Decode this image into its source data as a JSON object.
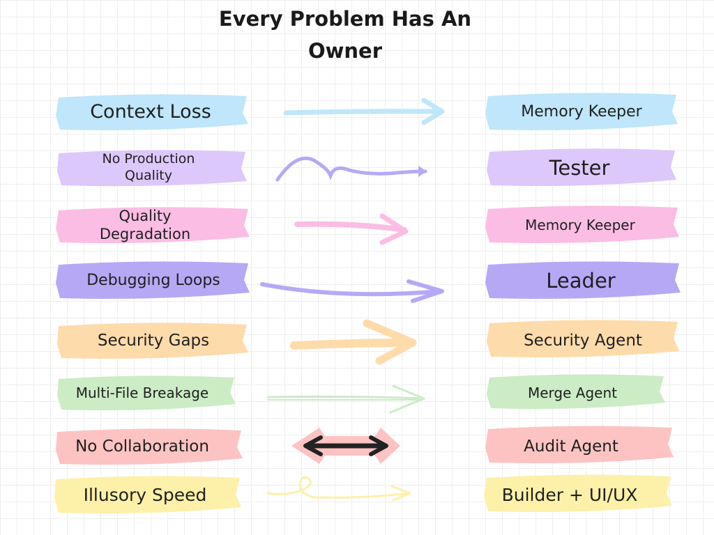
{
  "title": "Every Problem Has An Owner",
  "rows": [
    {
      "problem": "Context Loss",
      "owner": "Memory Keeper",
      "color": "#bfe6fb"
    },
    {
      "problem": "No Production Quality",
      "owner": "Tester",
      "color": "#dcc8fb"
    },
    {
      "problem": "Quality Degradation",
      "owner": "Memory Keeper",
      "color": "#fbbde3"
    },
    {
      "problem": "Debugging Loops",
      "owner": "Leader",
      "color": "#b7a8f6"
    },
    {
      "problem": "Security Gaps",
      "owner": "Security Agent",
      "color": "#fedbab"
    },
    {
      "problem": "Multi-File Breakage",
      "owner": "Merge Agent",
      "color": "#cbecc5"
    },
    {
      "problem": "No Collaboration",
      "owner": "Audit Agent",
      "color": "#fdc3c3"
    },
    {
      "problem": "Illusory Speed",
      "owner": "Builder + UI/UX",
      "color": "#fdf0a9"
    }
  ]
}
